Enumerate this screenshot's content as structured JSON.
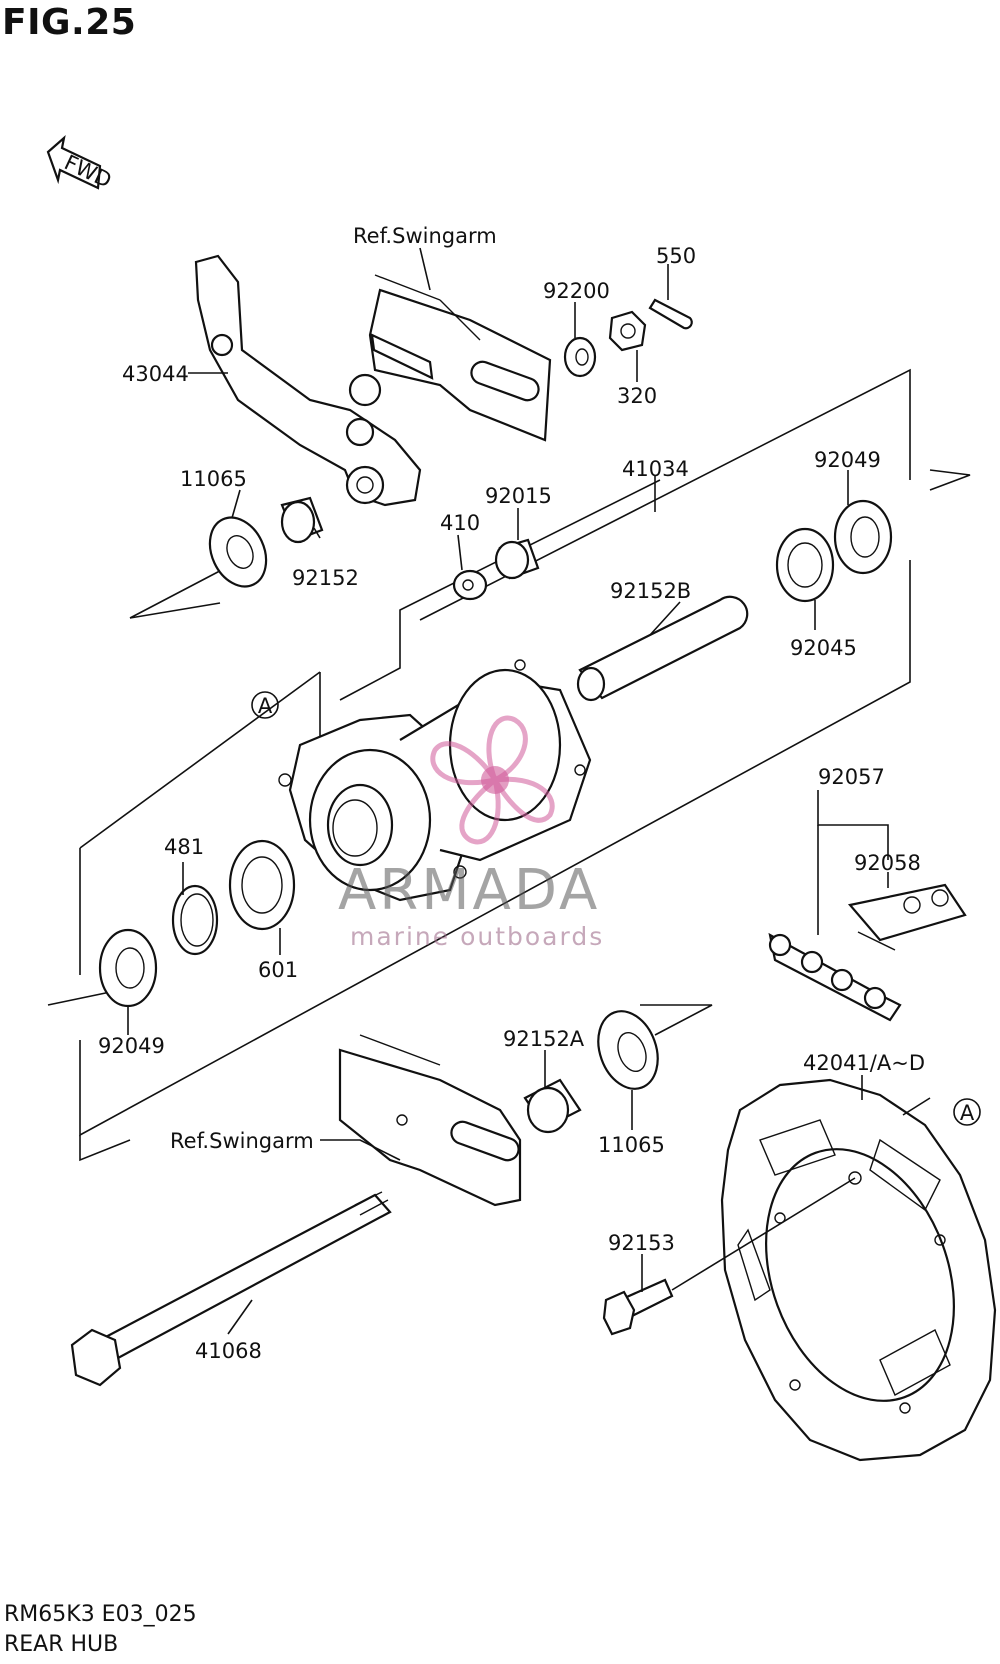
{
  "figure": {
    "title": "FIG.25",
    "model_code": "RM65K3 E03_025",
    "section_name": "REAR HUB",
    "direction_label": "FWD",
    "ref_marker": "A"
  },
  "watermark": {
    "brand": "ARMADA",
    "tagline": "marine outboards",
    "color": "#d05b9a"
  },
  "labels": {
    "ref_swingarm_top": "Ref.Swingarm",
    "ref_swingarm_bottom": "Ref.Swingarm",
    "p550": "550",
    "p92200": "92200",
    "p320": "320",
    "p43044": "43044",
    "p41034": "41034",
    "p92049_top": "92049",
    "p11065_top": "11065",
    "p92152": "92152",
    "p410": "410",
    "p92015": "92015",
    "p92152B": "92152B",
    "p92045": "92045",
    "p92057": "92057",
    "p92058": "92058",
    "p481": "481",
    "p601": "601",
    "p92049_bottom": "92049",
    "p92152A": "92152A",
    "p11065_bottom": "11065",
    "p42041": "42041/A~D",
    "p92153": "92153",
    "p41068": "41068"
  }
}
